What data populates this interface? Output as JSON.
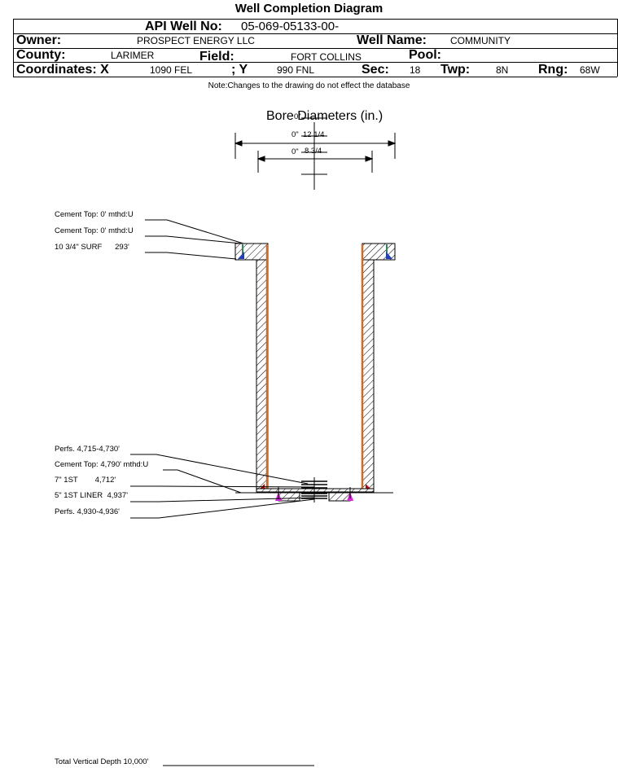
{
  "header": {
    "title": "Well Completion Diagram",
    "api_label": "API Well No:",
    "api_value": "05-069-05133-00-",
    "owner_label": "Owner:",
    "owner_value": "PROSPECT ENERGY LLC",
    "well_name_label": "Well Name:",
    "well_name_value": "COMMUNITY",
    "county_label": "County:",
    "county_value": "LARIMER",
    "field_label": "Field:",
    "field_value": "FORT COLLINS",
    "pool_label": "Pool:",
    "pool_value": "",
    "coord_x_label": "Coordinates: X",
    "coord_x_value": "1090 FEL",
    "coord_y_label": "; Y",
    "coord_y_value": "990 FNL",
    "sec_label": "Sec:",
    "sec_value": "18",
    "twp_label": "Twp:",
    "twp_value": "8N",
    "rng_label": "Rng:",
    "rng_value": "68W",
    "note": "Note:Changes to the drawing do not effect the database"
  },
  "bore": {
    "title": "Bore Diameters (in.)",
    "dims": [
      {
        "left_label": "0\"",
        "value": "12 1/4"
      },
      {
        "left_label": "0\"",
        "value": "8 3/4"
      }
    ],
    "top_overlap_text": "0\""
  },
  "annotations": [
    {
      "text": "Cement Top: 0' mthd:U"
    },
    {
      "text": "Cement Top: 0' mthd:U"
    },
    {
      "text": "10 3/4\" SURF      293'"
    },
    {
      "text": "Perfs. 4,715-4,730'"
    },
    {
      "text": "Cement Top: 4,790' mthd:U"
    },
    {
      "text": "7\" 1ST        4,712'"
    },
    {
      "text": "5\" 1ST LINER  4,937'"
    },
    {
      "text": "Perfs. 4,930-4,936'"
    }
  ],
  "total_depth": "Total Vertical Depth 10,000'",
  "colors": {
    "casing_orange": "#d2691e",
    "casing_red": "#cc0000",
    "cement_blue": "#1f3fbf",
    "cement_green": "#2e8b57",
    "magenta": "#e020e0"
  }
}
